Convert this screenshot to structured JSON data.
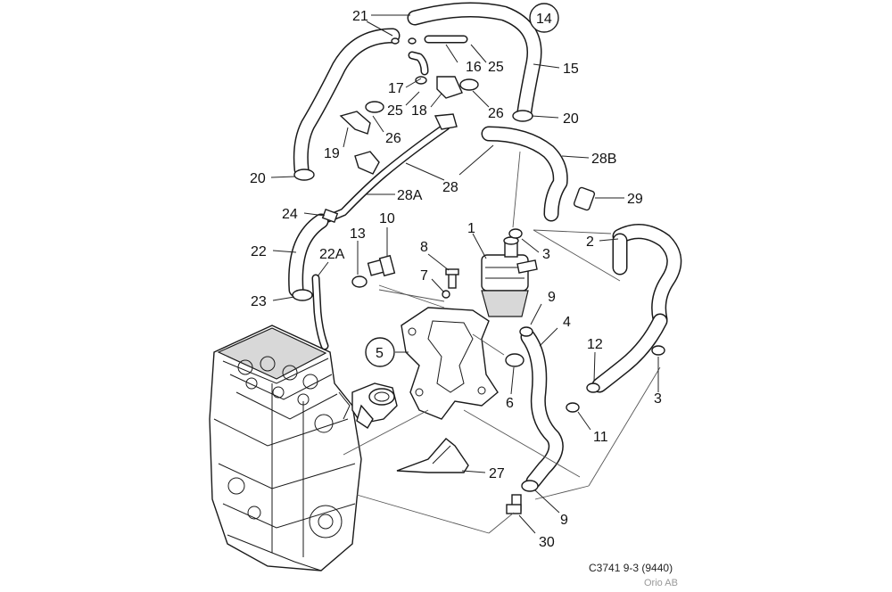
{
  "diagram": {
    "callouts": [
      {
        "id": "c21",
        "text": "21"
      },
      {
        "id": "c14",
        "text": "14"
      },
      {
        "id": "c15",
        "text": "15"
      },
      {
        "id": "c16",
        "text": "16"
      },
      {
        "id": "c25a",
        "text": "25"
      },
      {
        "id": "c17",
        "text": "17"
      },
      {
        "id": "c25b",
        "text": "25"
      },
      {
        "id": "c18",
        "text": "18"
      },
      {
        "id": "c26a",
        "text": "26"
      },
      {
        "id": "c20a",
        "text": "20"
      },
      {
        "id": "c19",
        "text": "19"
      },
      {
        "id": "c26b",
        "text": "26"
      },
      {
        "id": "c28B",
        "text": "28B"
      },
      {
        "id": "c20b",
        "text": "20"
      },
      {
        "id": "c28",
        "text": "28"
      },
      {
        "id": "c28A",
        "text": "28A"
      },
      {
        "id": "c29",
        "text": "29"
      },
      {
        "id": "c24",
        "text": "24"
      },
      {
        "id": "c10",
        "text": "10"
      },
      {
        "id": "c1",
        "text": "1"
      },
      {
        "id": "c2",
        "text": "2"
      },
      {
        "id": "c13",
        "text": "13"
      },
      {
        "id": "c8",
        "text": "8"
      },
      {
        "id": "c22",
        "text": "22"
      },
      {
        "id": "c22A",
        "text": "22A"
      },
      {
        "id": "c3a",
        "text": "3"
      },
      {
        "id": "c7",
        "text": "7"
      },
      {
        "id": "c23",
        "text": "23"
      },
      {
        "id": "c9a",
        "text": "9"
      },
      {
        "id": "c4",
        "text": "4"
      },
      {
        "id": "c12",
        "text": "12"
      },
      {
        "id": "c5",
        "text": "5"
      },
      {
        "id": "c3b",
        "text": "3"
      },
      {
        "id": "c6",
        "text": "6"
      },
      {
        "id": "c11",
        "text": "11"
      },
      {
        "id": "c27",
        "text": "27"
      },
      {
        "id": "c9b",
        "text": "9"
      },
      {
        "id": "c30",
        "text": "30"
      }
    ],
    "footer": {
      "code": "C3741 9-3 (9440)",
      "company": "Orio AB"
    }
  }
}
